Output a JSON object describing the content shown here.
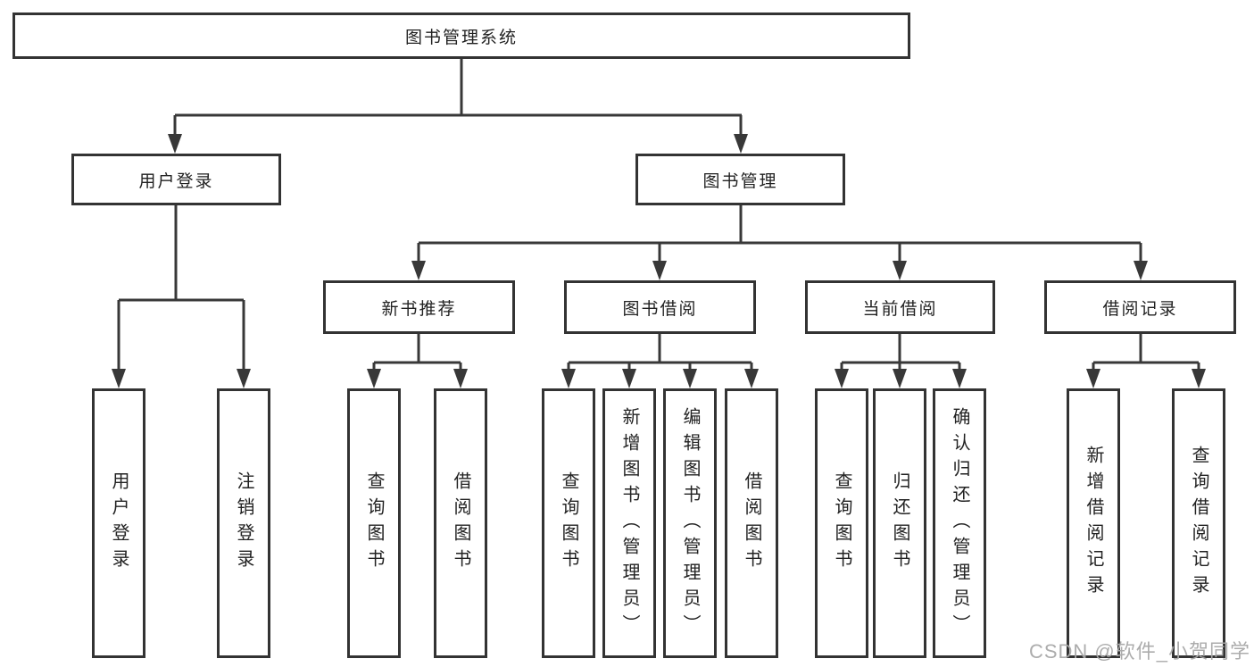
{
  "diagram": {
    "title": "图书管理系统",
    "root": {
      "label": "图书管理系统"
    },
    "level2": [
      {
        "label": "用户登录"
      },
      {
        "label": "图书管理"
      }
    ],
    "level3": [
      {
        "label": "新书推荐"
      },
      {
        "label": "图书借阅"
      },
      {
        "label": "当前借阅"
      },
      {
        "label": "借阅记录"
      }
    ],
    "leaves": {
      "user_login": [
        "用户登录",
        "注销登录"
      ],
      "new_book": [
        "查询图书",
        "借阅图书"
      ],
      "borrow": [
        "查询图书",
        "新增图书（管理员）",
        "编辑图书（管理员）",
        "借阅图书"
      ],
      "current": [
        "查询图书",
        "归还图书",
        "确认归还（管理员）"
      ],
      "records": [
        "新增借阅记录",
        "查询借阅记录"
      ]
    }
  },
  "watermark": {
    "text": "CSDN @软件_小贺同学",
    "color": "#a8a8a8"
  },
  "colors": {
    "background": "#ffffff",
    "box_border": "#333333",
    "connector": "#383838",
    "text": "#222222"
  }
}
